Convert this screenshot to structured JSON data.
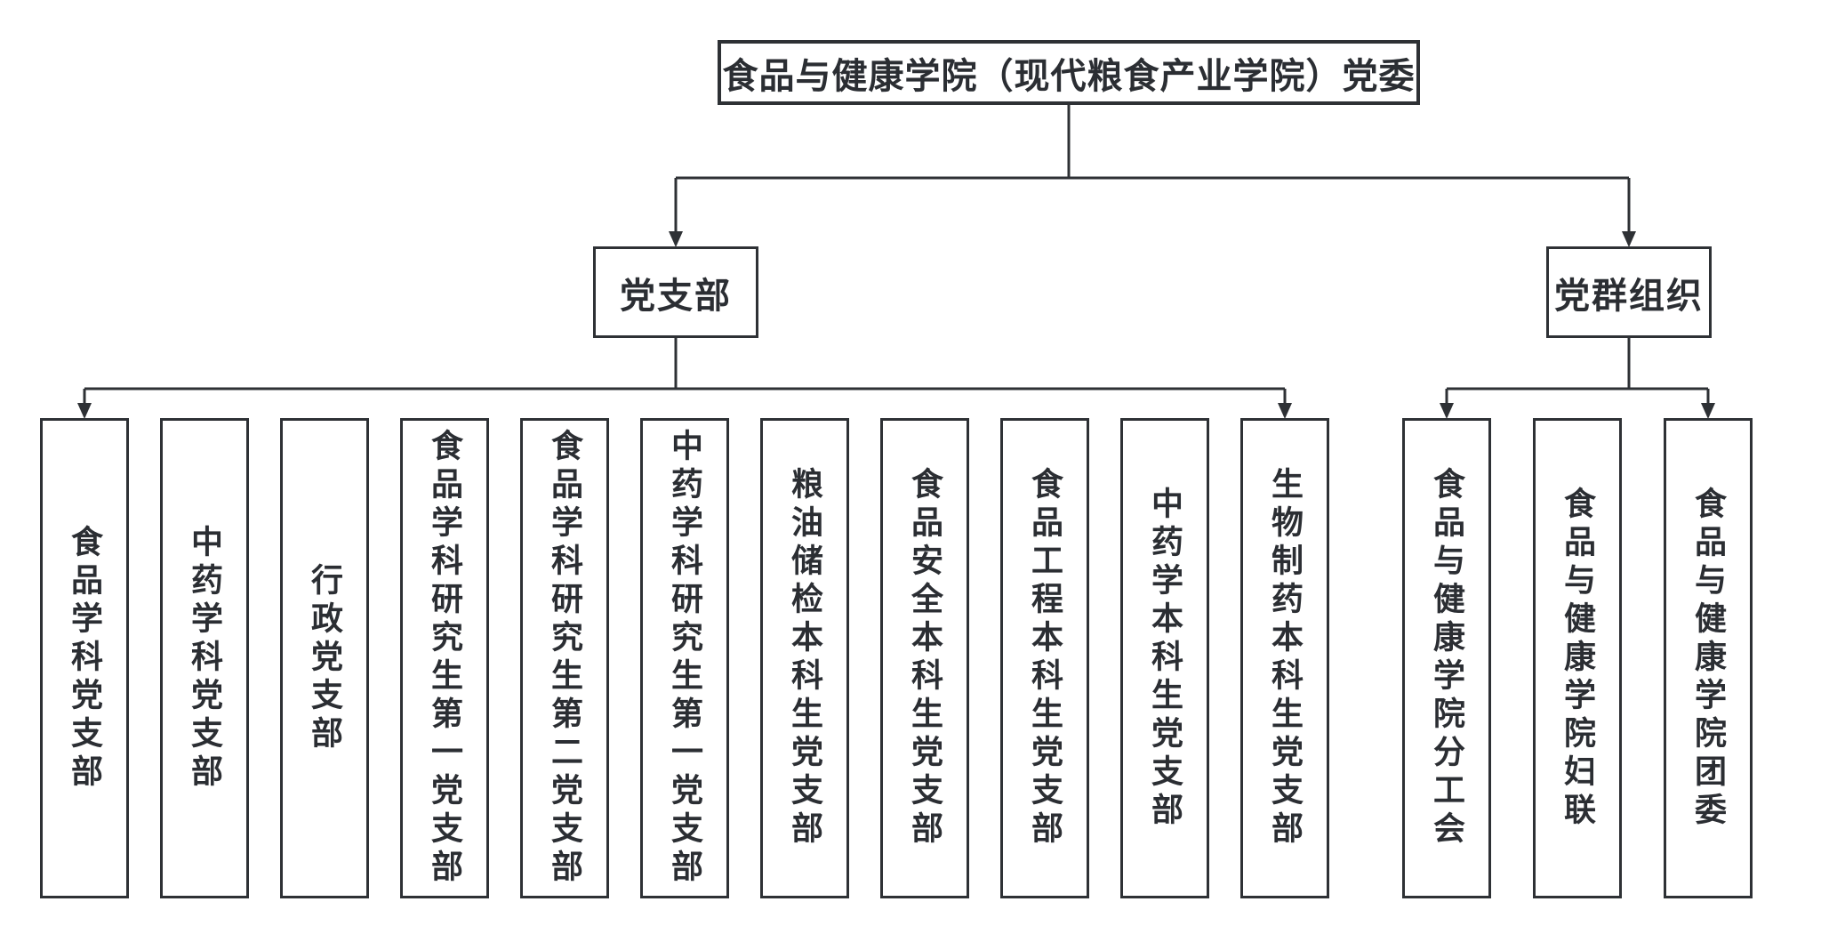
{
  "org_chart": {
    "root": {
      "label": "食品与健康学院（现代粮食产业学院）党委"
    },
    "branches": [
      {
        "label": "党支部",
        "children": [
          "食品学科党支部",
          "中药学科党支部",
          "行政党支部",
          "食品学科研究生第一党支部",
          "食品学科研究生第二党支部",
          "中药学科研究生第一党支部",
          "粮油储检本科生党支部",
          "食品安全本科生党支部",
          "食品工程本科生党支部",
          "中药学本科生党支部",
          "生物制药本科生党支部"
        ]
      },
      {
        "label": "党群组织",
        "children": [
          "食品与健康学院分工会",
          "食品与健康学院妇联",
          "食品与健康学院团委"
        ]
      }
    ],
    "colors": {
      "line": "#2e3135",
      "text": "#2b2e33",
      "background": "#ffffff"
    }
  }
}
